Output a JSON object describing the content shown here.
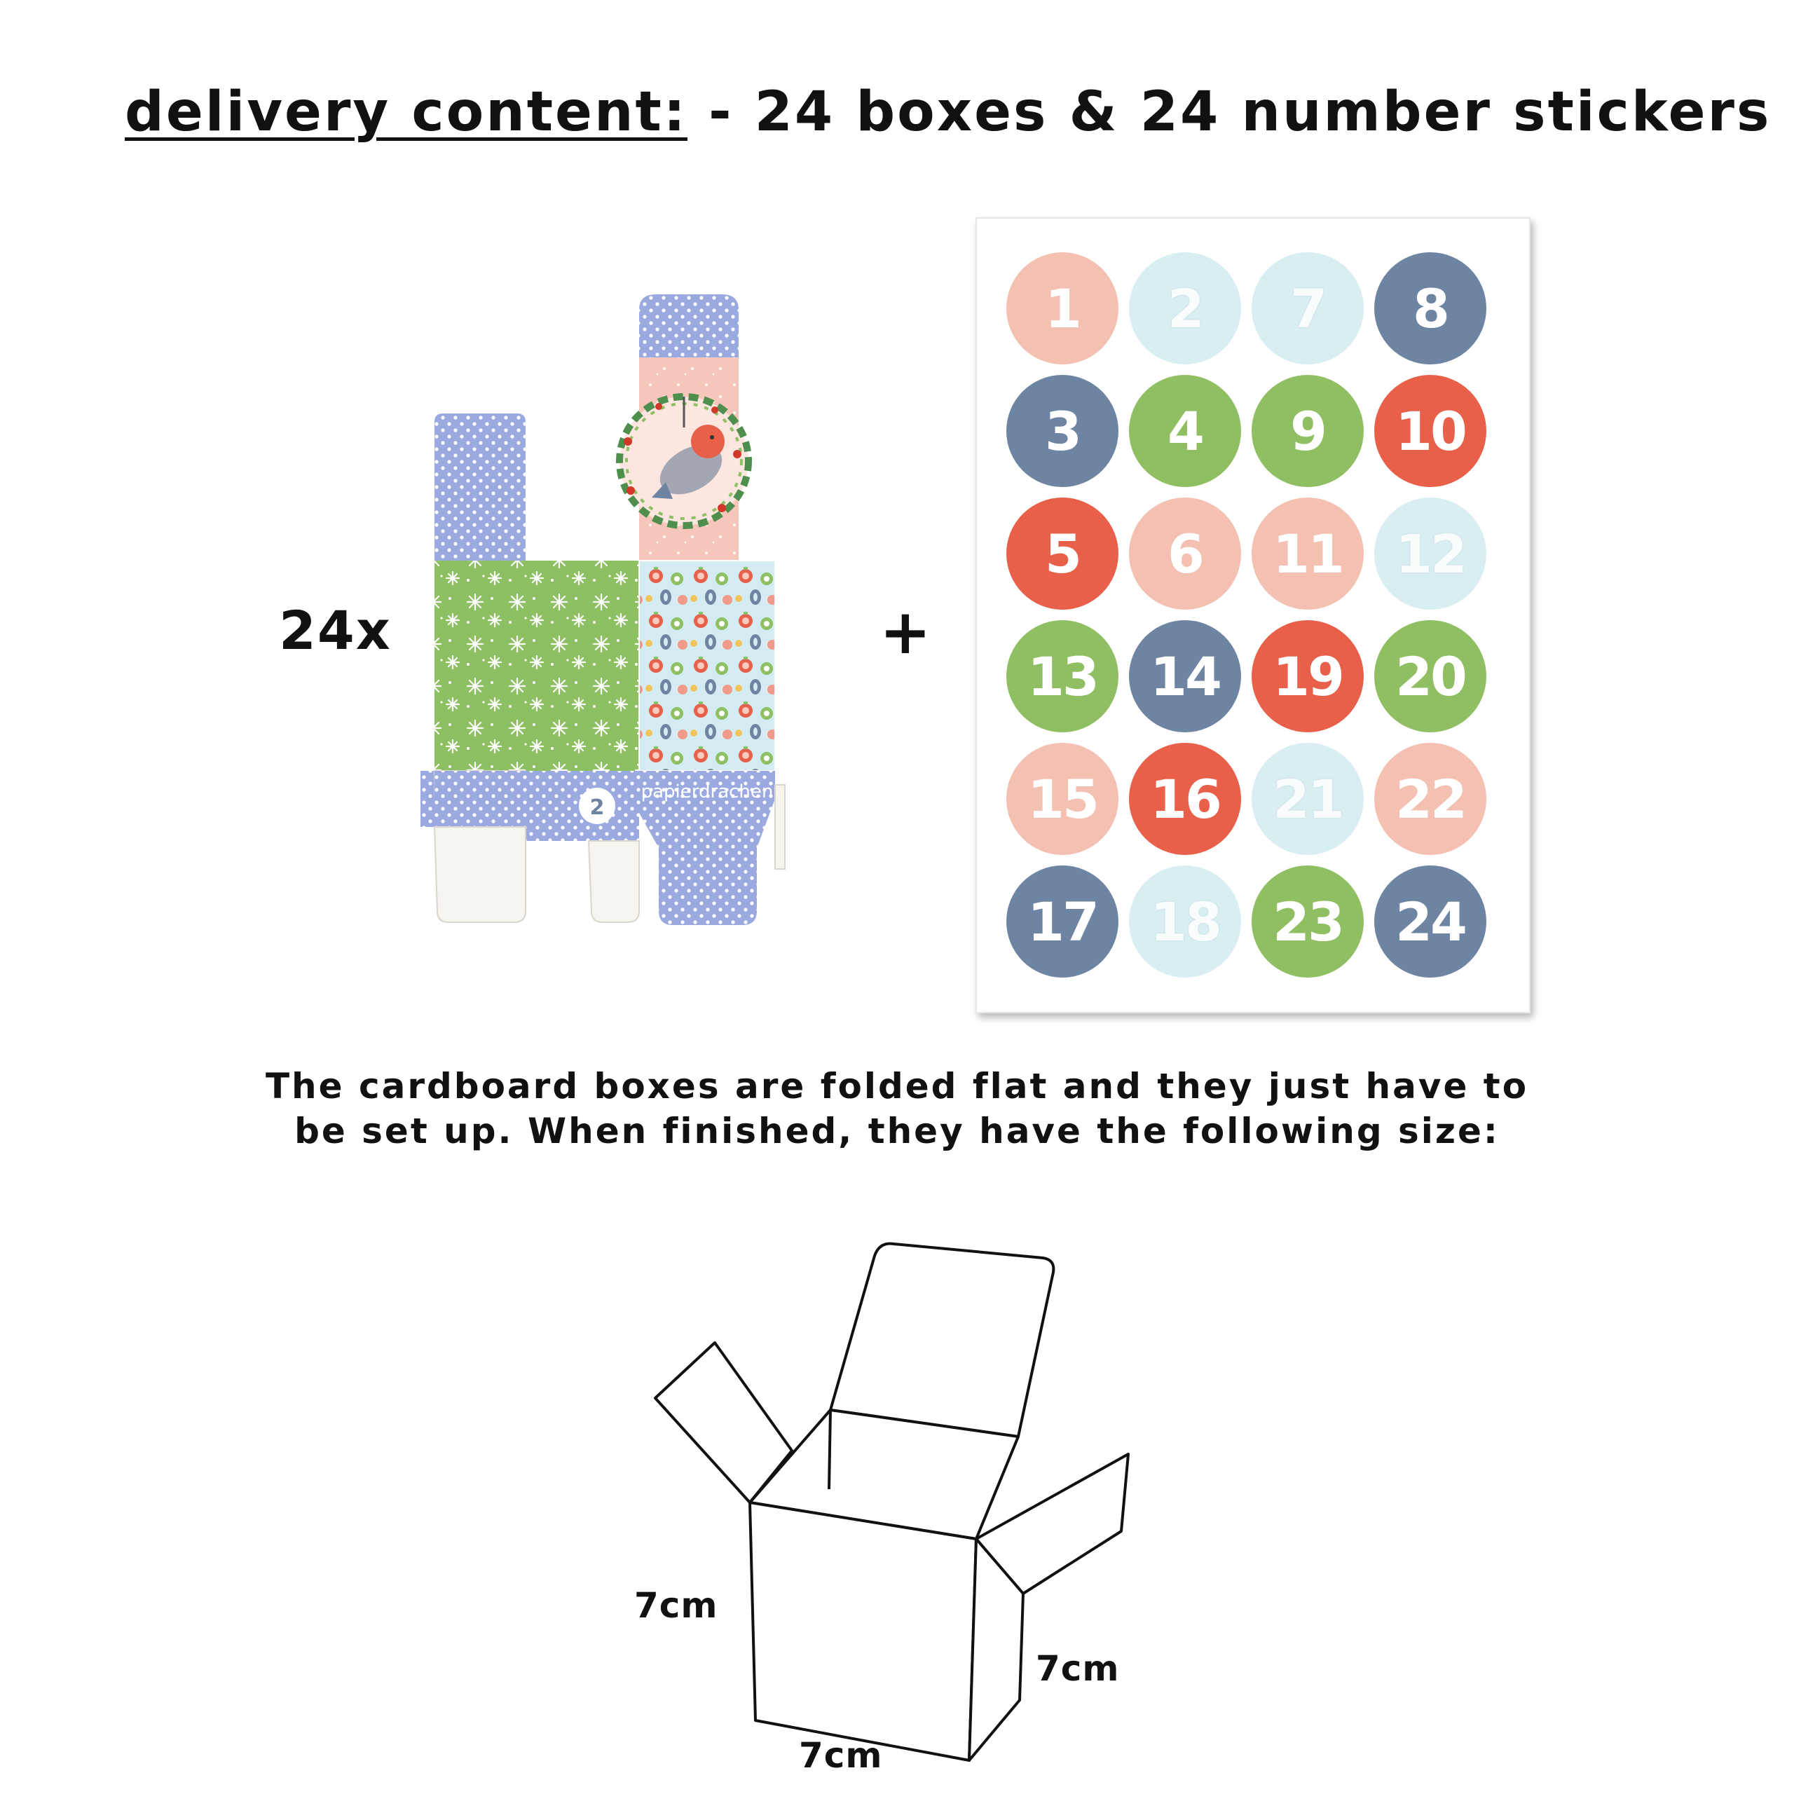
{
  "heading": {
    "underlined": "delivery content:",
    "rest": " - 24 boxes & 24 number stickers"
  },
  "box_section": {
    "count_label": "24x",
    "plus": "+",
    "box_tab_number": "2",
    "brand_text": "papierdrachen"
  },
  "sticker_sheet": {
    "stickers": [
      {
        "n": "1",
        "color": "#f4c0b2",
        "pale": false
      },
      {
        "n": "2",
        "color": "#d9eef1",
        "pale": true
      },
      {
        "n": "7",
        "color": "#d9eef1",
        "pale": true
      },
      {
        "n": "8",
        "color": "#6e84a3",
        "pale": false
      },
      {
        "n": "3",
        "color": "#6e84a3",
        "pale": false
      },
      {
        "n": "4",
        "color": "#8fbf62",
        "pale": false
      },
      {
        "n": "9",
        "color": "#8fbf62",
        "pale": false
      },
      {
        "n": "10",
        "color": "#e8604a",
        "pale": false
      },
      {
        "n": "5",
        "color": "#e8604a",
        "pale": false
      },
      {
        "n": "6",
        "color": "#f4c0b2",
        "pale": false
      },
      {
        "n": "11",
        "color": "#f4c0b2",
        "pale": false
      },
      {
        "n": "12",
        "color": "#d9eef1",
        "pale": true
      },
      {
        "n": "13",
        "color": "#8fbf62",
        "pale": false
      },
      {
        "n": "14",
        "color": "#6e84a3",
        "pale": false
      },
      {
        "n": "19",
        "color": "#e8604a",
        "pale": false
      },
      {
        "n": "20",
        "color": "#8fbf62",
        "pale": false
      },
      {
        "n": "15",
        "color": "#f4c0b2",
        "pale": false
      },
      {
        "n": "16",
        "color": "#e8604a",
        "pale": false
      },
      {
        "n": "21",
        "color": "#d9eef1",
        "pale": true
      },
      {
        "n": "22",
        "color": "#f4c0b2",
        "pale": false
      },
      {
        "n": "17",
        "color": "#6e84a3",
        "pale": false
      },
      {
        "n": "18",
        "color": "#d9eef1",
        "pale": true
      },
      {
        "n": "23",
        "color": "#8fbf62",
        "pale": false
      },
      {
        "n": "24",
        "color": "#6e84a3",
        "pale": false
      }
    ]
  },
  "note": {
    "line1": "The cardboard boxes are folded flat and they just have to",
    "line2": "be set up. When finished, they have the following size:"
  },
  "dimensions": {
    "height": "7cm",
    "depth": "7cm",
    "width": "7cm"
  },
  "colors": {
    "periwinkle": "#9aaae0",
    "green": "#8cc062",
    "pink": "#f6c6ba",
    "light_blue": "#d4ecf1",
    "flap_white": "#f6f4ee"
  }
}
